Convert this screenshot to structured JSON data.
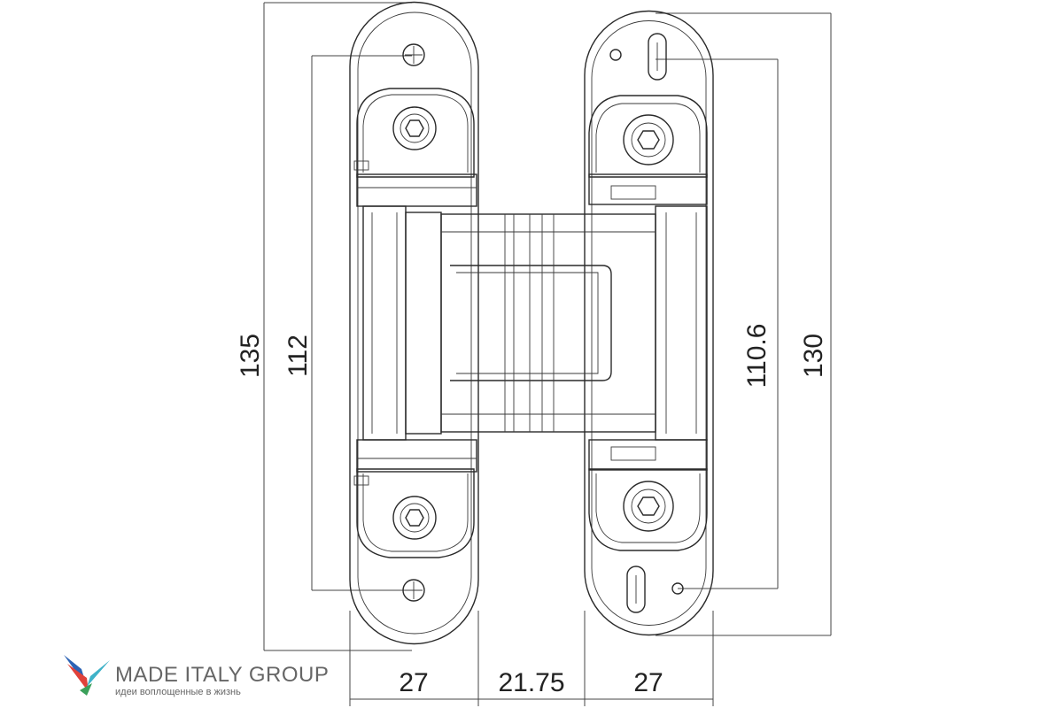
{
  "dimensions": {
    "overall_height_left": "135",
    "mount_spacing_left": "112",
    "mount_spacing_right": "110.6",
    "overall_height_right": "130",
    "left_leaf_width": "27",
    "center_width": "21.75",
    "right_leaf_width": "27"
  },
  "brand": {
    "name": "MADE ITALY GROUP",
    "tagline": "идеи воплощенные в жизнь",
    "colors": {
      "red": "#e0413a",
      "blue": "#2d63b5",
      "green": "#3aa05a",
      "teal": "#3fb2c8"
    }
  },
  "icons": {
    "logo": "bird-logo-icon",
    "hex_socket": "hex-socket-icon",
    "screw_hole": "screw-hole-icon",
    "slot_hole": "slot-hole-icon"
  }
}
